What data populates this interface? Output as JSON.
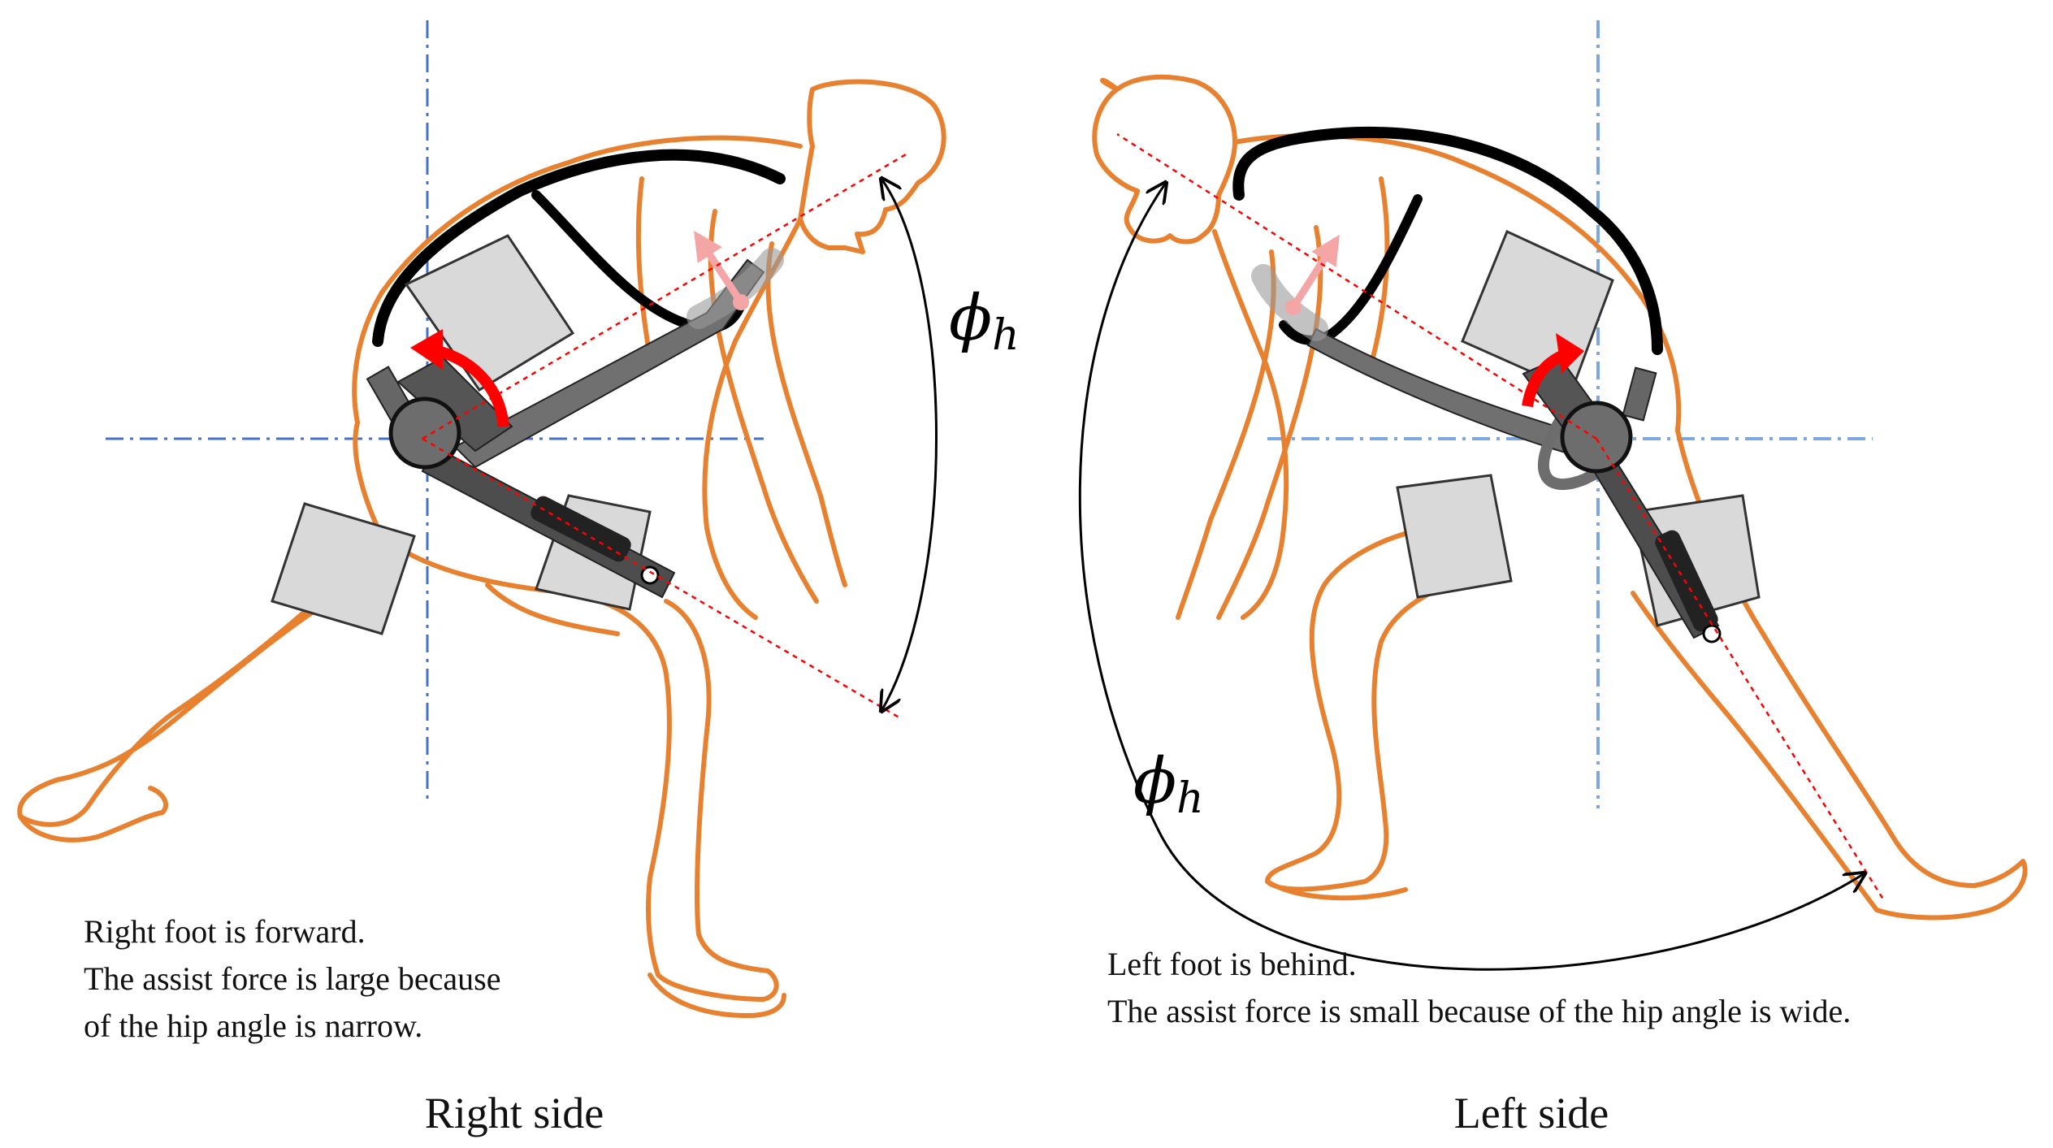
{
  "panels": [
    {
      "id": "right",
      "notes": [
        "Right foot is forward.",
        "The assist force is large because",
        "of the hip angle is narrow."
      ],
      "title": "Right side",
      "angle_label": "ϕ",
      "angle_subscript": "h"
    },
    {
      "id": "left",
      "notes": [
        "Left foot is behind.",
        "The assist force is small because of the hip angle is wide."
      ],
      "title": "Left side",
      "angle_label": "ϕ",
      "angle_subscript": "h"
    }
  ],
  "colors": {
    "body_outline": "#E8812F",
    "harness": "#000000",
    "pad_fill": "#D9D9D9",
    "device": "#555555",
    "assist_arrow": "#FF0000",
    "lift_arrow": "#F4A6A6",
    "axis_line": "#4472C4",
    "angle_ref_line": "#FF0000"
  }
}
